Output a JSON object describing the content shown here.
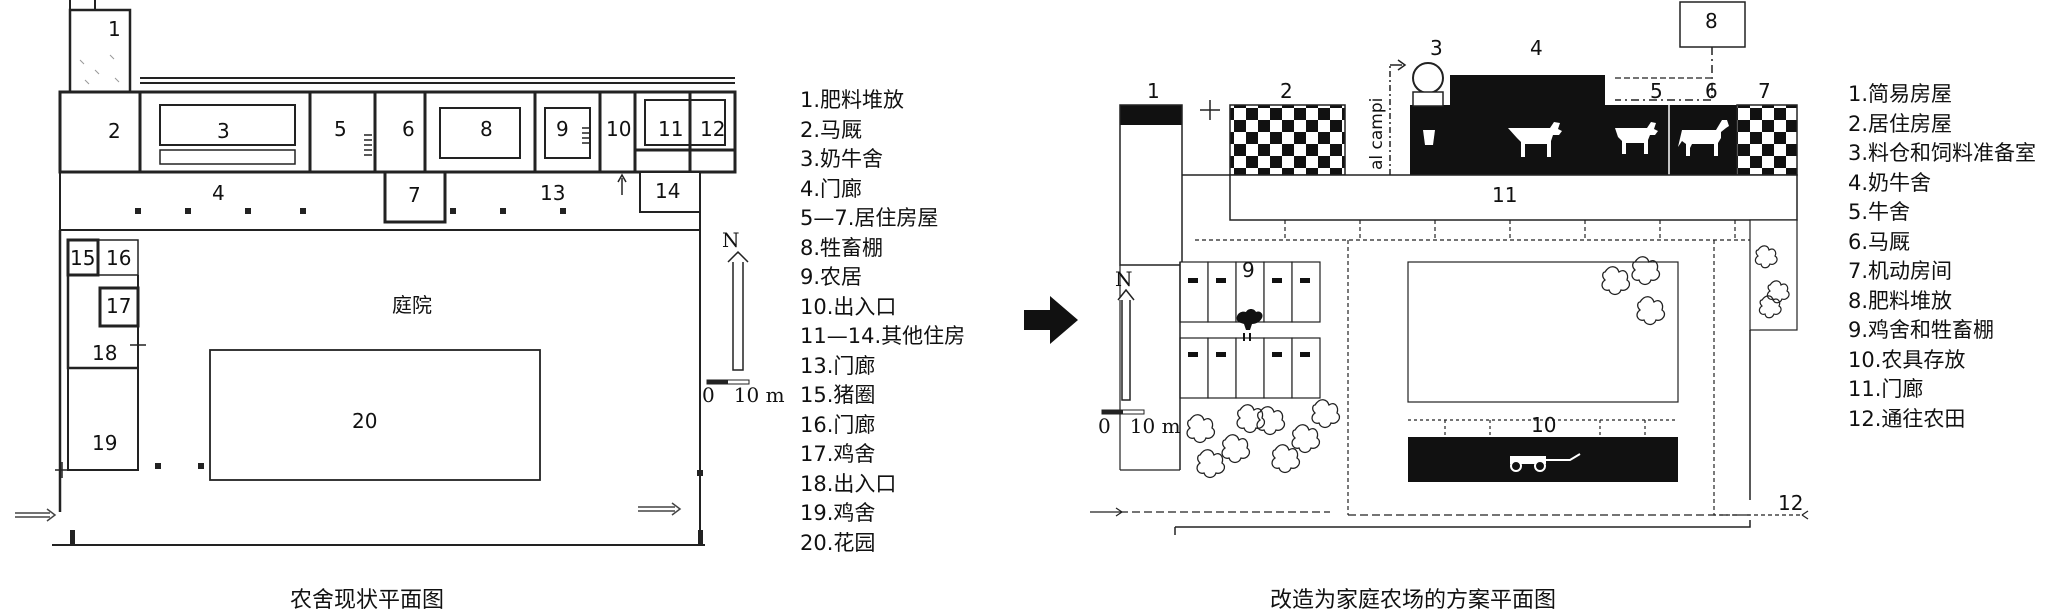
{
  "left_plan": {
    "caption": "农舍现状平面图",
    "courtyard_label": "庭院",
    "north_label": "N",
    "scale_label": "0   10 m",
    "room_numbers": [
      "1",
      "2",
      "3",
      "4",
      "5",
      "6",
      "7",
      "8",
      "9",
      "10",
      "11",
      "12",
      "13",
      "14",
      "15",
      "16",
      "17",
      "18",
      "19",
      "20"
    ],
    "legend": [
      "1.肥料堆放",
      "2.马厩",
      "3.奶牛舍",
      "4.门廊",
      "5—7.居住房屋",
      "8.牲畜棚",
      "9.农居",
      "10.出入口",
      "11—14.其他住房",
      "13.门廊",
      "15.猪圈",
      "16.门廊",
      "17.鸡舍",
      "18.出入口",
      "19.鸡舍",
      "20.花园"
    ]
  },
  "right_plan": {
    "caption": "改造为家庭农场的方案平面图",
    "north_label": "N",
    "scale_label": "0   10 m",
    "vertical_text": "al campi",
    "room_numbers": [
      "1",
      "2",
      "3",
      "4",
      "5",
      "6",
      "7",
      "8",
      "9",
      "10",
      "11",
      "12"
    ],
    "legend": [
      "1.简易房屋",
      "2.居住房屋",
      "3.料仓和饲料准备室",
      "4.奶牛舍",
      "5.牛舍",
      "6.马厩",
      "7.机动房间",
      "8.肥料堆放",
      "9.鸡舍和牲畜棚",
      "10.农具存放",
      "11.门廊",
      "12.通往农田"
    ]
  },
  "arrow_icon": "right-arrow-icon"
}
